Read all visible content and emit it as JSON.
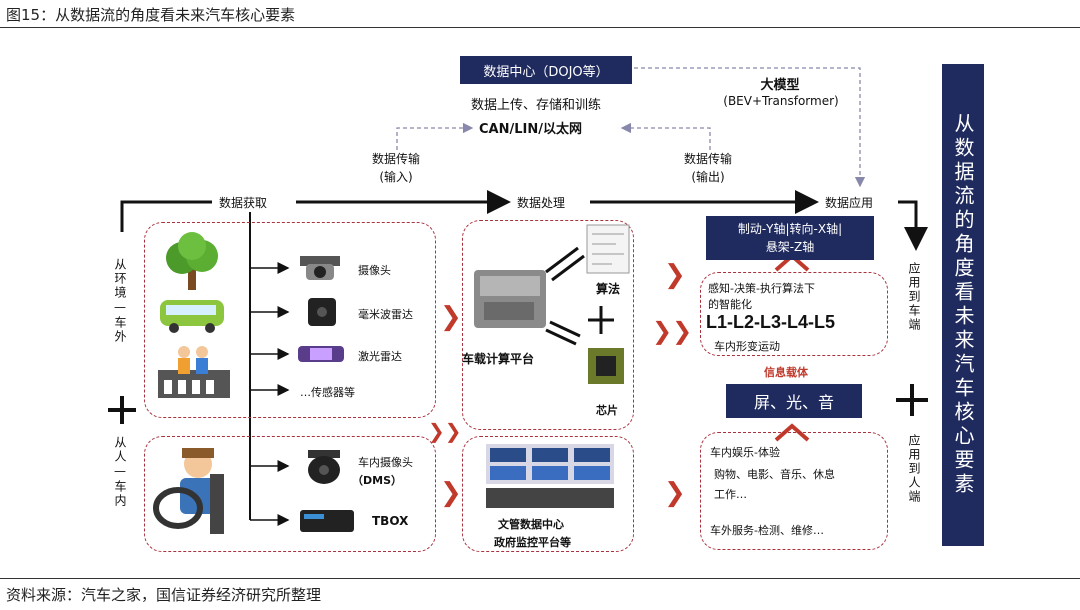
{
  "header": {
    "title": "图15：从数据流的角度看未来汽车核心要素"
  },
  "footer": {
    "source": "资料来源：汽车之家，国信证券经济研究所整理"
  },
  "top": {
    "datacenter": "数据中心（DOJO等）",
    "upload": "数据上传、存储和训练",
    "bus": "CAN/LIN/以太网",
    "big_model_1": "大模型",
    "big_model_2": "(BEV+Transformer)",
    "transfer_in_1": "数据传输",
    "transfer_in_2": "(输入)",
    "transfer_out_1": "数据传输",
    "transfer_out_2": "(输出)"
  },
  "flow": {
    "acquire": "数据获取",
    "process": "数据处理",
    "apply": "数据应用"
  },
  "left": {
    "env_label": "从环境—车外",
    "plus": "+",
    "human_label": "从人—车内"
  },
  "sensors": {
    "camera": "摄像头",
    "radar": "毫米波雷达",
    "lidar": "激光雷达",
    "others": "…传感器等",
    "cabin_camera_1": "车内摄像头",
    "cabin_camera_2": "（DMS）",
    "tbox": "TBOX"
  },
  "processing": {
    "algorithm": "算法",
    "platform": "车载计算平台",
    "chip": "芯片",
    "dc_1": "文管数据中心",
    "dc_2": "政府监控平台等"
  },
  "application": {
    "axes_1": "制动-Y轴|转向-X轴|",
    "axes_2": "悬架-Z轴",
    "decision_1": "感知-决策-执行算法下",
    "decision_2": "的智能化",
    "levels": "L1-L2-L3-L4-L5",
    "motion": "车内形变运动",
    "carrier": "信息载体",
    "screen": "屏、光、音",
    "ent_1": "车内娱乐-体验",
    "ent_2": "购物、电影、音乐、休息",
    "ent_3": "工作…",
    "service": "车外服务-检测、维修…"
  },
  "right": {
    "to_car": "应用到车端",
    "plus": "+",
    "to_human": "应用到人端",
    "banner": "从数据流的角度看未来汽车核心要素"
  },
  "colors": {
    "navy": "#1f2a5e",
    "accent_red": "#c0392b",
    "dash_red": "#a8323e"
  }
}
